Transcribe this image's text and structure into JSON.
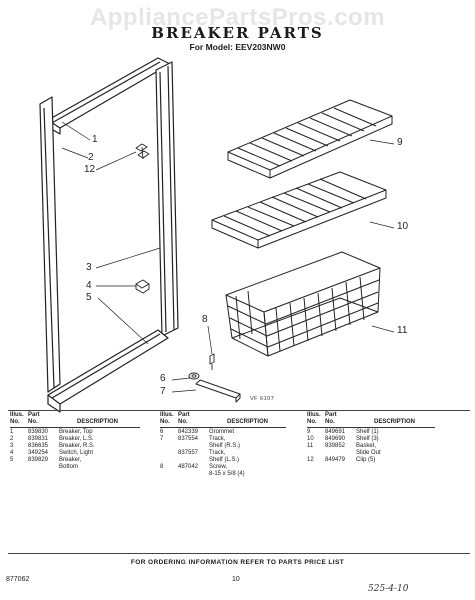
{
  "watermark": "AppliancePartsPros.com",
  "header": {
    "title": "BREAKER PARTS",
    "model": "For Model: EEV203NW0"
  },
  "diagram": {
    "callouts": [
      "1",
      "2",
      "12",
      "3",
      "4",
      "5",
      "9",
      "10",
      "11",
      "8",
      "6",
      "7"
    ],
    "note": "VF 6107"
  },
  "columns": {
    "illus": "Illus.",
    "no": "No.",
    "part": "Part",
    "desc": "DESCRIPTION"
  },
  "parts": {
    "col1": [
      {
        "no": "1",
        "part": "839830",
        "desc": "Breaker, Top"
      },
      {
        "no": "2",
        "part": "839831",
        "desc": "Breaker, L.S."
      },
      {
        "no": "3",
        "part": "836635",
        "desc": "Breaker, R.S."
      },
      {
        "no": "4",
        "part": "349254",
        "desc": "Switch, Light"
      },
      {
        "no": "5",
        "part": "839829",
        "desc": "Breaker,"
      },
      {
        "no": "",
        "part": "",
        "desc": "Bottom"
      }
    ],
    "col2": [
      {
        "no": "6",
        "part": "842339",
        "desc": "Grommet"
      },
      {
        "no": "7",
        "part": "837554",
        "desc": "Track,"
      },
      {
        "no": "",
        "part": "",
        "desc": "Shelf (R.S.)"
      },
      {
        "no": "",
        "part": "837557",
        "desc": "Track,"
      },
      {
        "no": "",
        "part": "",
        "desc": "Shelf (L.S.)"
      },
      {
        "no": "8",
        "part": "487042",
        "desc": "Screw,"
      },
      {
        "no": "",
        "part": "",
        "desc": "8-15 x 5/8 (4)"
      }
    ],
    "col3": [
      {
        "no": "9",
        "part": "849691",
        "desc": "Shelf (1)"
      },
      {
        "no": "10",
        "part": "849690",
        "desc": "Shelf (3)"
      },
      {
        "no": "11",
        "part": "839852",
        "desc": "Basket,"
      },
      {
        "no": "",
        "part": "",
        "desc": "Slide Out"
      },
      {
        "no": "12",
        "part": "849479",
        "desc": "Clip (5)"
      }
    ]
  },
  "footer": {
    "note": "FOR ORDERING INFORMATION REFER TO PARTS PRICE LIST",
    "code": "877062",
    "page": "10",
    "handwritten": "525-4-10"
  }
}
